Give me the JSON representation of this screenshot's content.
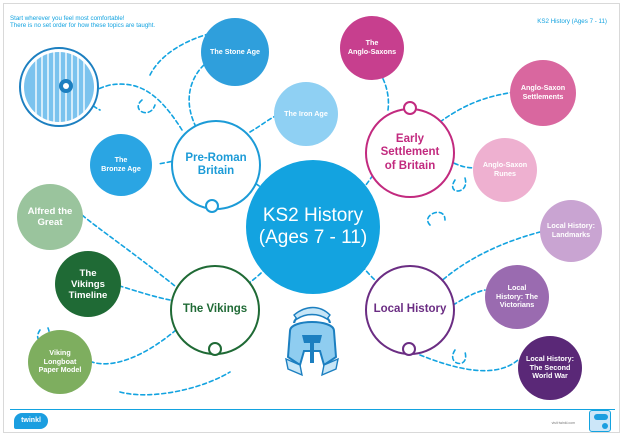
{
  "page": {
    "intro_line1": "Start wherever you feel most comfortable!",
    "intro_line2": "There is no set order for how these topics are taught.",
    "header_title": "KS2 History (Ages 7 - 11)",
    "center_line1": "KS2 History",
    "center_line2": "(Ages 7 - 11)",
    "logo_text": "twinkl",
    "footer_url": "visit twinkl.com"
  },
  "colors": {
    "accent": "#13a3e0",
    "pre_roman": "#1c9bd7",
    "early_settlement": "#c22a7f",
    "vikings": "#1f6a35",
    "local_history": "#6b2d83"
  },
  "categories": {
    "pre_roman": {
      "line1": "Pre-Roman",
      "line2": "Britain"
    },
    "early_settlement": {
      "line1": "Early",
      "line2": "Settlement",
      "line3": "of Britain"
    },
    "vikings": {
      "line1": "The Vikings"
    },
    "local_history": {
      "line1": "Local History"
    }
  },
  "topics": {
    "stone_age": {
      "line1": "The Stone Age"
    },
    "iron_age": {
      "line1": "The Iron Age"
    },
    "bronze_age": {
      "line1": "The",
      "line2": "Bronze Age"
    },
    "anglo_saxons": {
      "line1": "The",
      "line2": "Anglo-Saxons"
    },
    "anglo_saxon_settlements": {
      "line1": "Anglo-Saxon",
      "line2": "Settlements"
    },
    "anglo_saxon_runes": {
      "line1": "Anglo-Saxon",
      "line2": "Runes"
    },
    "alfred_the_great": {
      "line1": "Alfred the",
      "line2": "Great"
    },
    "vikings_timeline": {
      "line1": "The",
      "line2": "Vikings",
      "line3": "Timeline"
    },
    "viking_longboat": {
      "line1": "Viking",
      "line2": "Longboat",
      "line3": "Paper Model"
    },
    "local_landmarks": {
      "line1": "Local History:",
      "line2": "Landmarks"
    },
    "local_victorians": {
      "line1": "Local",
      "line2": "History: The",
      "line3": "Victorians"
    },
    "local_second_world_war": {
      "line1": "Local History:",
      "line2": "The Second",
      "line3": "World War"
    }
  },
  "icons": {
    "shield": "viking-shield-icon",
    "helmet": "roman-helmet-icon"
  }
}
